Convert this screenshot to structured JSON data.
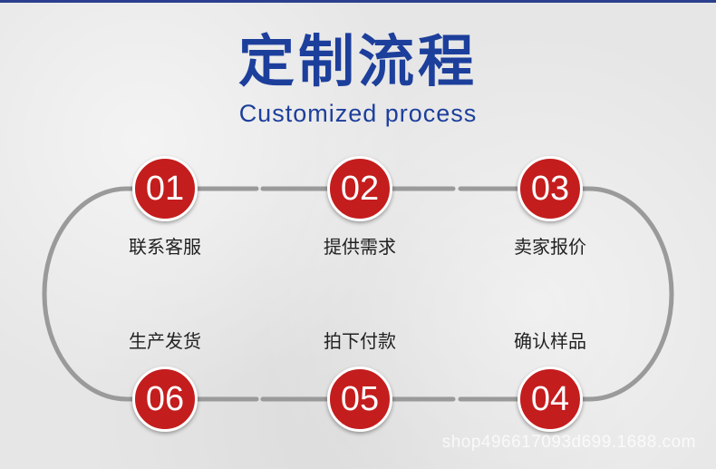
{
  "title": "定制流程",
  "subtitle": "Customized process",
  "colors": {
    "title": "#1d3f9c",
    "step_circle": "#c41d1d",
    "track": "#9a9a9a"
  },
  "steps": [
    {
      "number": "01",
      "label": "联系客服"
    },
    {
      "number": "02",
      "label": "提供需求"
    },
    {
      "number": "03",
      "label": "卖家报价"
    },
    {
      "number": "04",
      "label": "确认样品"
    },
    {
      "number": "05",
      "label": "拍下付款"
    },
    {
      "number": "06",
      "label": "生产发货"
    }
  ],
  "watermark": "shop496617093d699.1688.com"
}
